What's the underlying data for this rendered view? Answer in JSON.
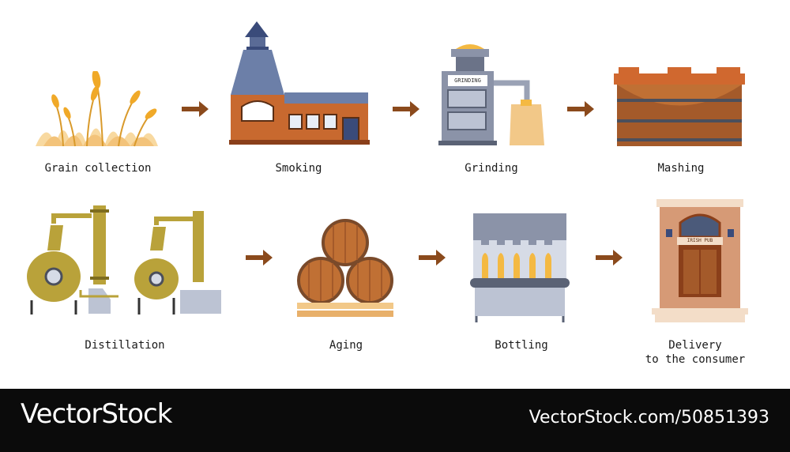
{
  "steps": [
    {
      "label": "Grain collection",
      "icon": "wheat-icon"
    },
    {
      "label": "Smoking",
      "icon": "smokehouse-icon"
    },
    {
      "label": "Grinding",
      "icon": "grinding-mill-icon",
      "machine_label": "GRINDING"
    },
    {
      "label": "Mashing",
      "icon": "mash-tun-icon"
    },
    {
      "label": "Distillation",
      "icon": "pot-still-icon"
    },
    {
      "label": "Aging",
      "icon": "barrels-icon"
    },
    {
      "label": "Bottling",
      "icon": "bottling-line-icon"
    },
    {
      "label": "Delivery\nto the consumer",
      "icon": "pub-icon",
      "sign_label": "IRISH PUB"
    }
  ],
  "arrow_icon": "arrow-right-icon",
  "colors": {
    "arrow": "#8b4a1c",
    "grain": "#f4b942",
    "brick": "#c8692f",
    "wood": "#a45a2a",
    "copper": "#b9a23a",
    "steel": "#8b93a8"
  },
  "footer": {
    "brand_left": "VectorStock",
    "brand_right": "VectorStock.com/50851393"
  }
}
